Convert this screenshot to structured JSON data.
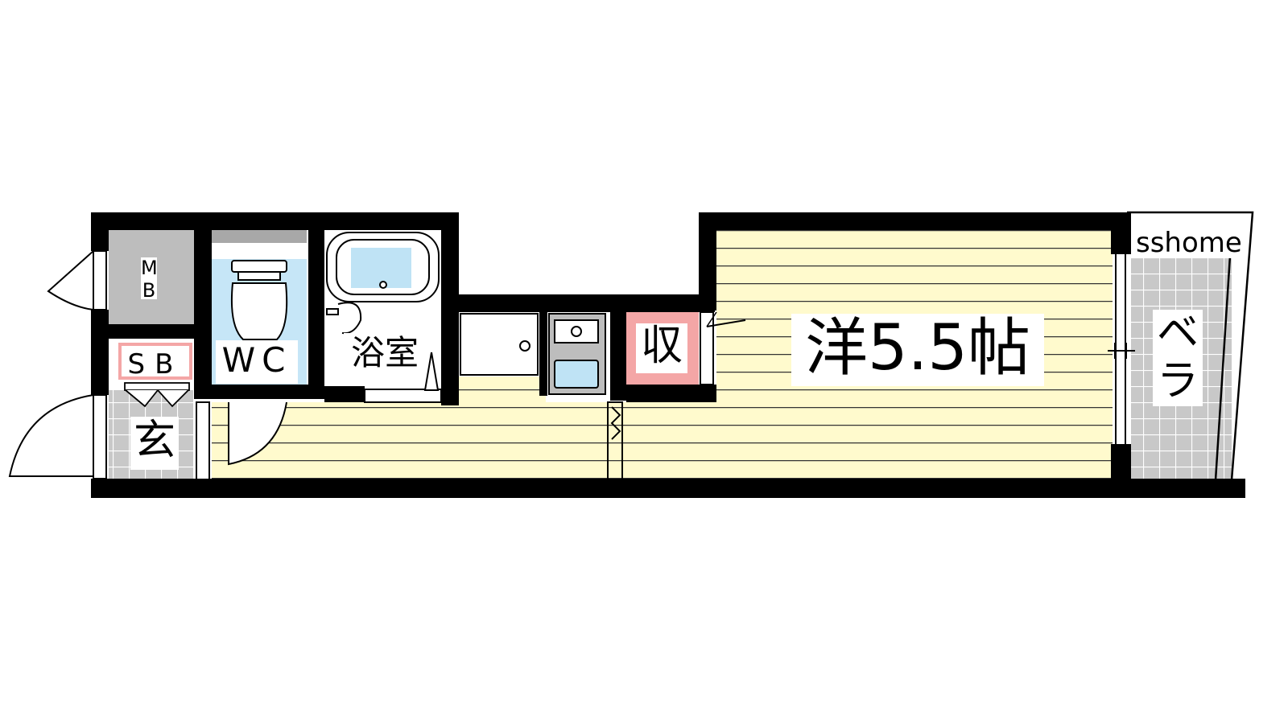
{
  "floorplan": {
    "watermark": "sshome",
    "rooms": {
      "western_room": {
        "label": "洋5.5帖",
        "color": "#fffacd"
      },
      "balcony": {
        "label": "ベラ",
        "color": "#c8c8c8"
      },
      "storage": {
        "label": "収",
        "color": "#f4a6a6"
      },
      "bathroom": {
        "label": "浴室",
        "color": "#ffffff"
      },
      "toilet": {
        "label": "WC",
        "color": "#c6e6f7"
      },
      "meter_box": {
        "label": "MB",
        "color": "#bdbdbd"
      },
      "shoe_box": {
        "label": "SB",
        "color": "#f4a6a6"
      },
      "entrance": {
        "label": "玄",
        "color": "#c8c8c8"
      }
    },
    "colors": {
      "wall": "#000000",
      "floor_lines": "#333333",
      "fixture": "#bfe3f5"
    }
  }
}
